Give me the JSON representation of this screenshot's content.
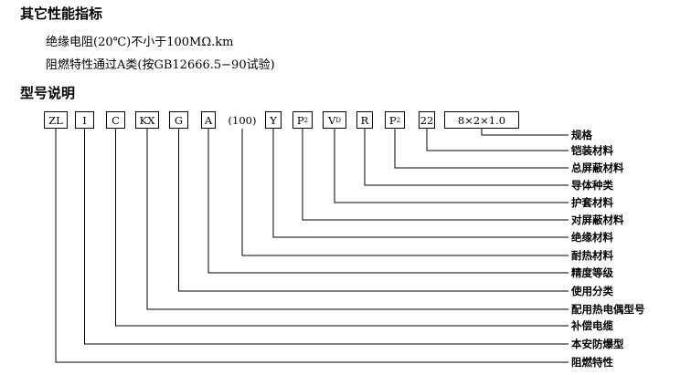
{
  "sections": {
    "other_title": "其它性能指标",
    "model_title": "型号说明"
  },
  "specs": {
    "insulation": "绝缘电阻(20℃)不小于100MΩ.km",
    "flame": "阻燃特性通过A类(按GB12666.5−90试验)"
  },
  "code_boxes": [
    {
      "text": "ZL",
      "boxed": true
    },
    {
      "text": "I",
      "boxed": true
    },
    {
      "text": "C",
      "boxed": true
    },
    {
      "text": "KX",
      "boxed": true
    },
    {
      "text": "G",
      "boxed": true
    },
    {
      "text": "A",
      "boxed": true
    },
    {
      "text": "(100)",
      "boxed": false
    },
    {
      "text": "Y",
      "boxed": true
    },
    {
      "text": "P",
      "sub": "2",
      "boxed": true
    },
    {
      "text": "V",
      "sub": "D",
      "boxed": true
    },
    {
      "text": "R",
      "boxed": true
    },
    {
      "text": "P",
      "sub": "2",
      "boxed": true
    },
    {
      "text": "22",
      "boxed": true
    },
    {
      "text": "8×2×1.0",
      "boxed": true
    }
  ],
  "labels": [
    "规格",
    "铠装材料",
    "总屏蔽材料",
    "导体种类",
    "护套材料",
    "对屏蔽材料",
    "绝缘材料",
    "耐热材料",
    "精度等级",
    "使用分类",
    "配用热电偶型号",
    "补偿电缆",
    "本安防爆型",
    "阻燃特性"
  ]
}
